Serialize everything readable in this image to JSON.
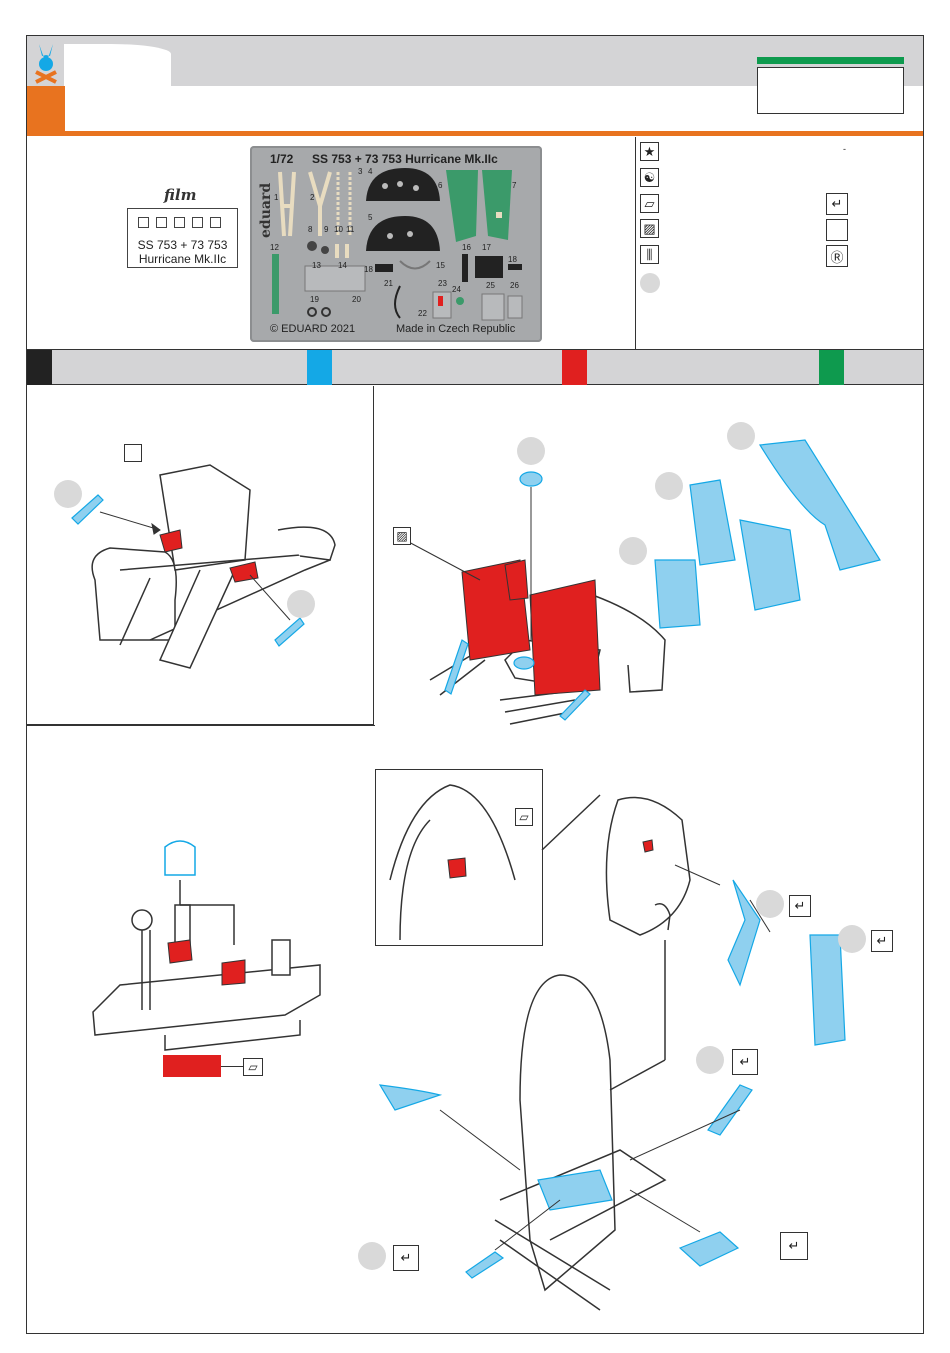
{
  "film": {
    "label": "film",
    "card_line1": "SS 753 + 73 753",
    "card_line2": "Hurricane Mk.IIc",
    "checkboxes": 5
  },
  "fret": {
    "scale": "1/72",
    "title": "SS 753 + 73 753 Hurricane Mk.IIc",
    "brand": "eduard",
    "copyright": "© EDUARD 2021",
    "made_in": "Made in Czech Republic",
    "part_numbers": [
      "1",
      "2",
      "3",
      "4",
      "5",
      "6",
      "7",
      "8",
      "9",
      "10",
      "11",
      "12",
      "13",
      "14",
      "15",
      "16",
      "17",
      "18",
      "18",
      "19",
      "20",
      "21",
      "22",
      "23",
      "24",
      "25",
      "26"
    ]
  },
  "legend": {
    "icons": [
      "star-icon",
      "yin-yang-icon",
      "paint-icon",
      "hatch-icon",
      "drill-icon"
    ],
    "right_icons": [
      "bend-icon",
      "blank-icon",
      "replace-icon"
    ],
    "note": "-"
  },
  "colors": {
    "black": "#222222",
    "blue": "#14a8e6",
    "red": "#e0201f",
    "green": "#0e9a4e",
    "orange": "#e8731f",
    "part_blue": "#7fcbee",
    "paint_red": "#e0201f"
  }
}
